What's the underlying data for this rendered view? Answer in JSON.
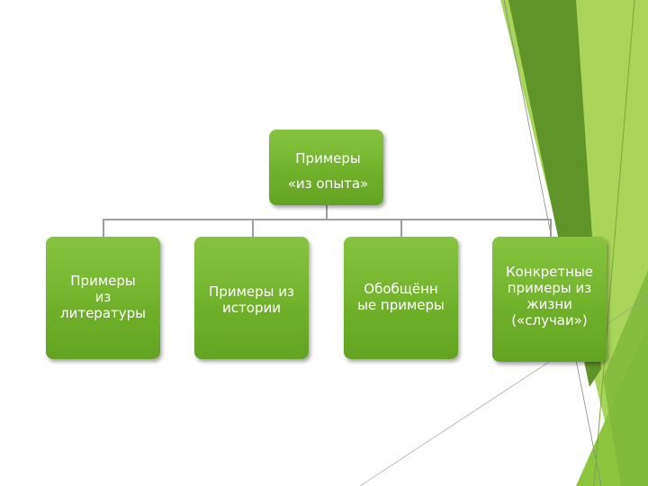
{
  "diagram": {
    "root": {
      "label": "Примеры\n«из опыта»"
    },
    "children": [
      {
        "label": "Примеры\nиз\nлитературы"
      },
      {
        "label": "Примеры из\nистории"
      },
      {
        "label": "Обобщённ\nые примеры"
      },
      {
        "label": "Конкретные\nпримеры из\nжизни\n(«случаи»)"
      }
    ]
  },
  "colors": {
    "box_green": "#6fb02a",
    "deco_light_green": "#a8d55a",
    "deco_dark_green": "#5f9428",
    "connector": "#9e9e9e"
  }
}
